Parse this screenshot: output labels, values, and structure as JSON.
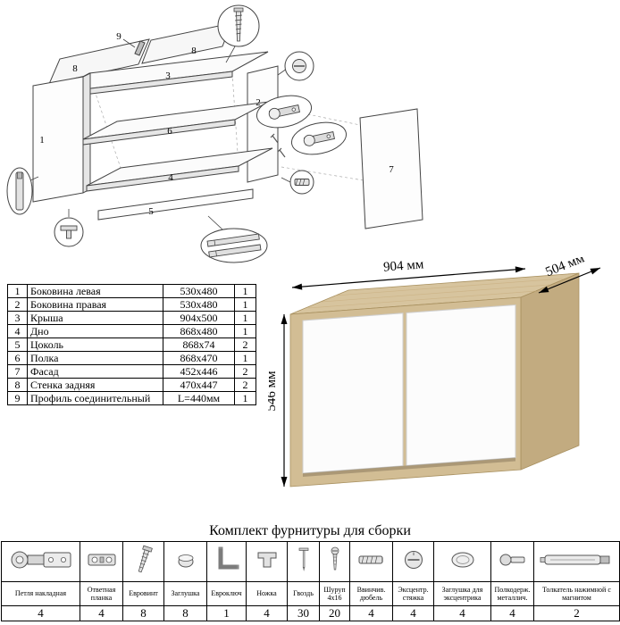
{
  "exploded": {
    "labels": {
      "n1": "1",
      "n2": "2",
      "n3": "3",
      "n4": "4",
      "n5": "5",
      "n6": "6",
      "n7": "7",
      "n8a": "8",
      "n8b": "8",
      "n9": "9"
    }
  },
  "parts": {
    "rows": [
      {
        "num": "1",
        "name": "Боковина левая",
        "size": "530x480",
        "qty": "1"
      },
      {
        "num": "2",
        "name": "Боковина правая",
        "size": "530x480",
        "qty": "1"
      },
      {
        "num": "3",
        "name": "Крыша",
        "size": "904x500",
        "qty": "1"
      },
      {
        "num": "4",
        "name": "Дно",
        "size": "868x480",
        "qty": "1"
      },
      {
        "num": "5",
        "name": "Цоколь",
        "size": "868x74",
        "qty": "2"
      },
      {
        "num": "6",
        "name": "Полка",
        "size": "868x470",
        "qty": "1"
      },
      {
        "num": "7",
        "name": "Фасад",
        "size": "452x446",
        "qty": "2"
      },
      {
        "num": "8",
        "name": "Стенка задняя",
        "size": "470x447",
        "qty": "2"
      },
      {
        "num": "9",
        "name": "Профиль соединительный",
        "size": "L=440мм",
        "qty": "1"
      }
    ]
  },
  "cabinet": {
    "width_label": "904 мм",
    "depth_label": "504 мм",
    "height_label": "546 мм",
    "body_color": "#d7c49e",
    "side_color": "#c2ab80",
    "door_color": "#fcfcfc"
  },
  "hardware": {
    "title": "Комплект фурнитуры для сборки",
    "items": [
      {
        "label": "Петля накладная",
        "qty": "4",
        "icon": "hinge-icon"
      },
      {
        "label": "Ответная планка",
        "qty": "4",
        "icon": "strike-plate-icon"
      },
      {
        "label": "Евровинт",
        "qty": "8",
        "icon": "confirmat-screw-icon"
      },
      {
        "label": "Заглушка",
        "qty": "8",
        "icon": "cap-icon"
      },
      {
        "label": "Евроключ",
        "qty": "1",
        "icon": "hex-key-icon"
      },
      {
        "label": "Ножка",
        "qty": "4",
        "icon": "foot-icon"
      },
      {
        "label": "Гвоздь",
        "qty": "30",
        "icon": "nail-icon"
      },
      {
        "label": "Шуруп 4x16",
        "qty": "20",
        "icon": "screw-icon"
      },
      {
        "label": "Ввинчив. дюбель",
        "qty": "4",
        "icon": "screw-dowel-icon"
      },
      {
        "label": "Эксцентр. стяжка",
        "qty": "4",
        "icon": "cam-lock-icon"
      },
      {
        "label": "Заглушка для эксцентрика",
        "qty": "4",
        "icon": "cam-cap-icon"
      },
      {
        "label": "Полкодерж. металлич.",
        "qty": "4",
        "icon": "shelf-pin-icon"
      },
      {
        "label": "Толкатель нажимной с магнитом",
        "qty": "2",
        "icon": "push-latch-icon"
      }
    ]
  }
}
